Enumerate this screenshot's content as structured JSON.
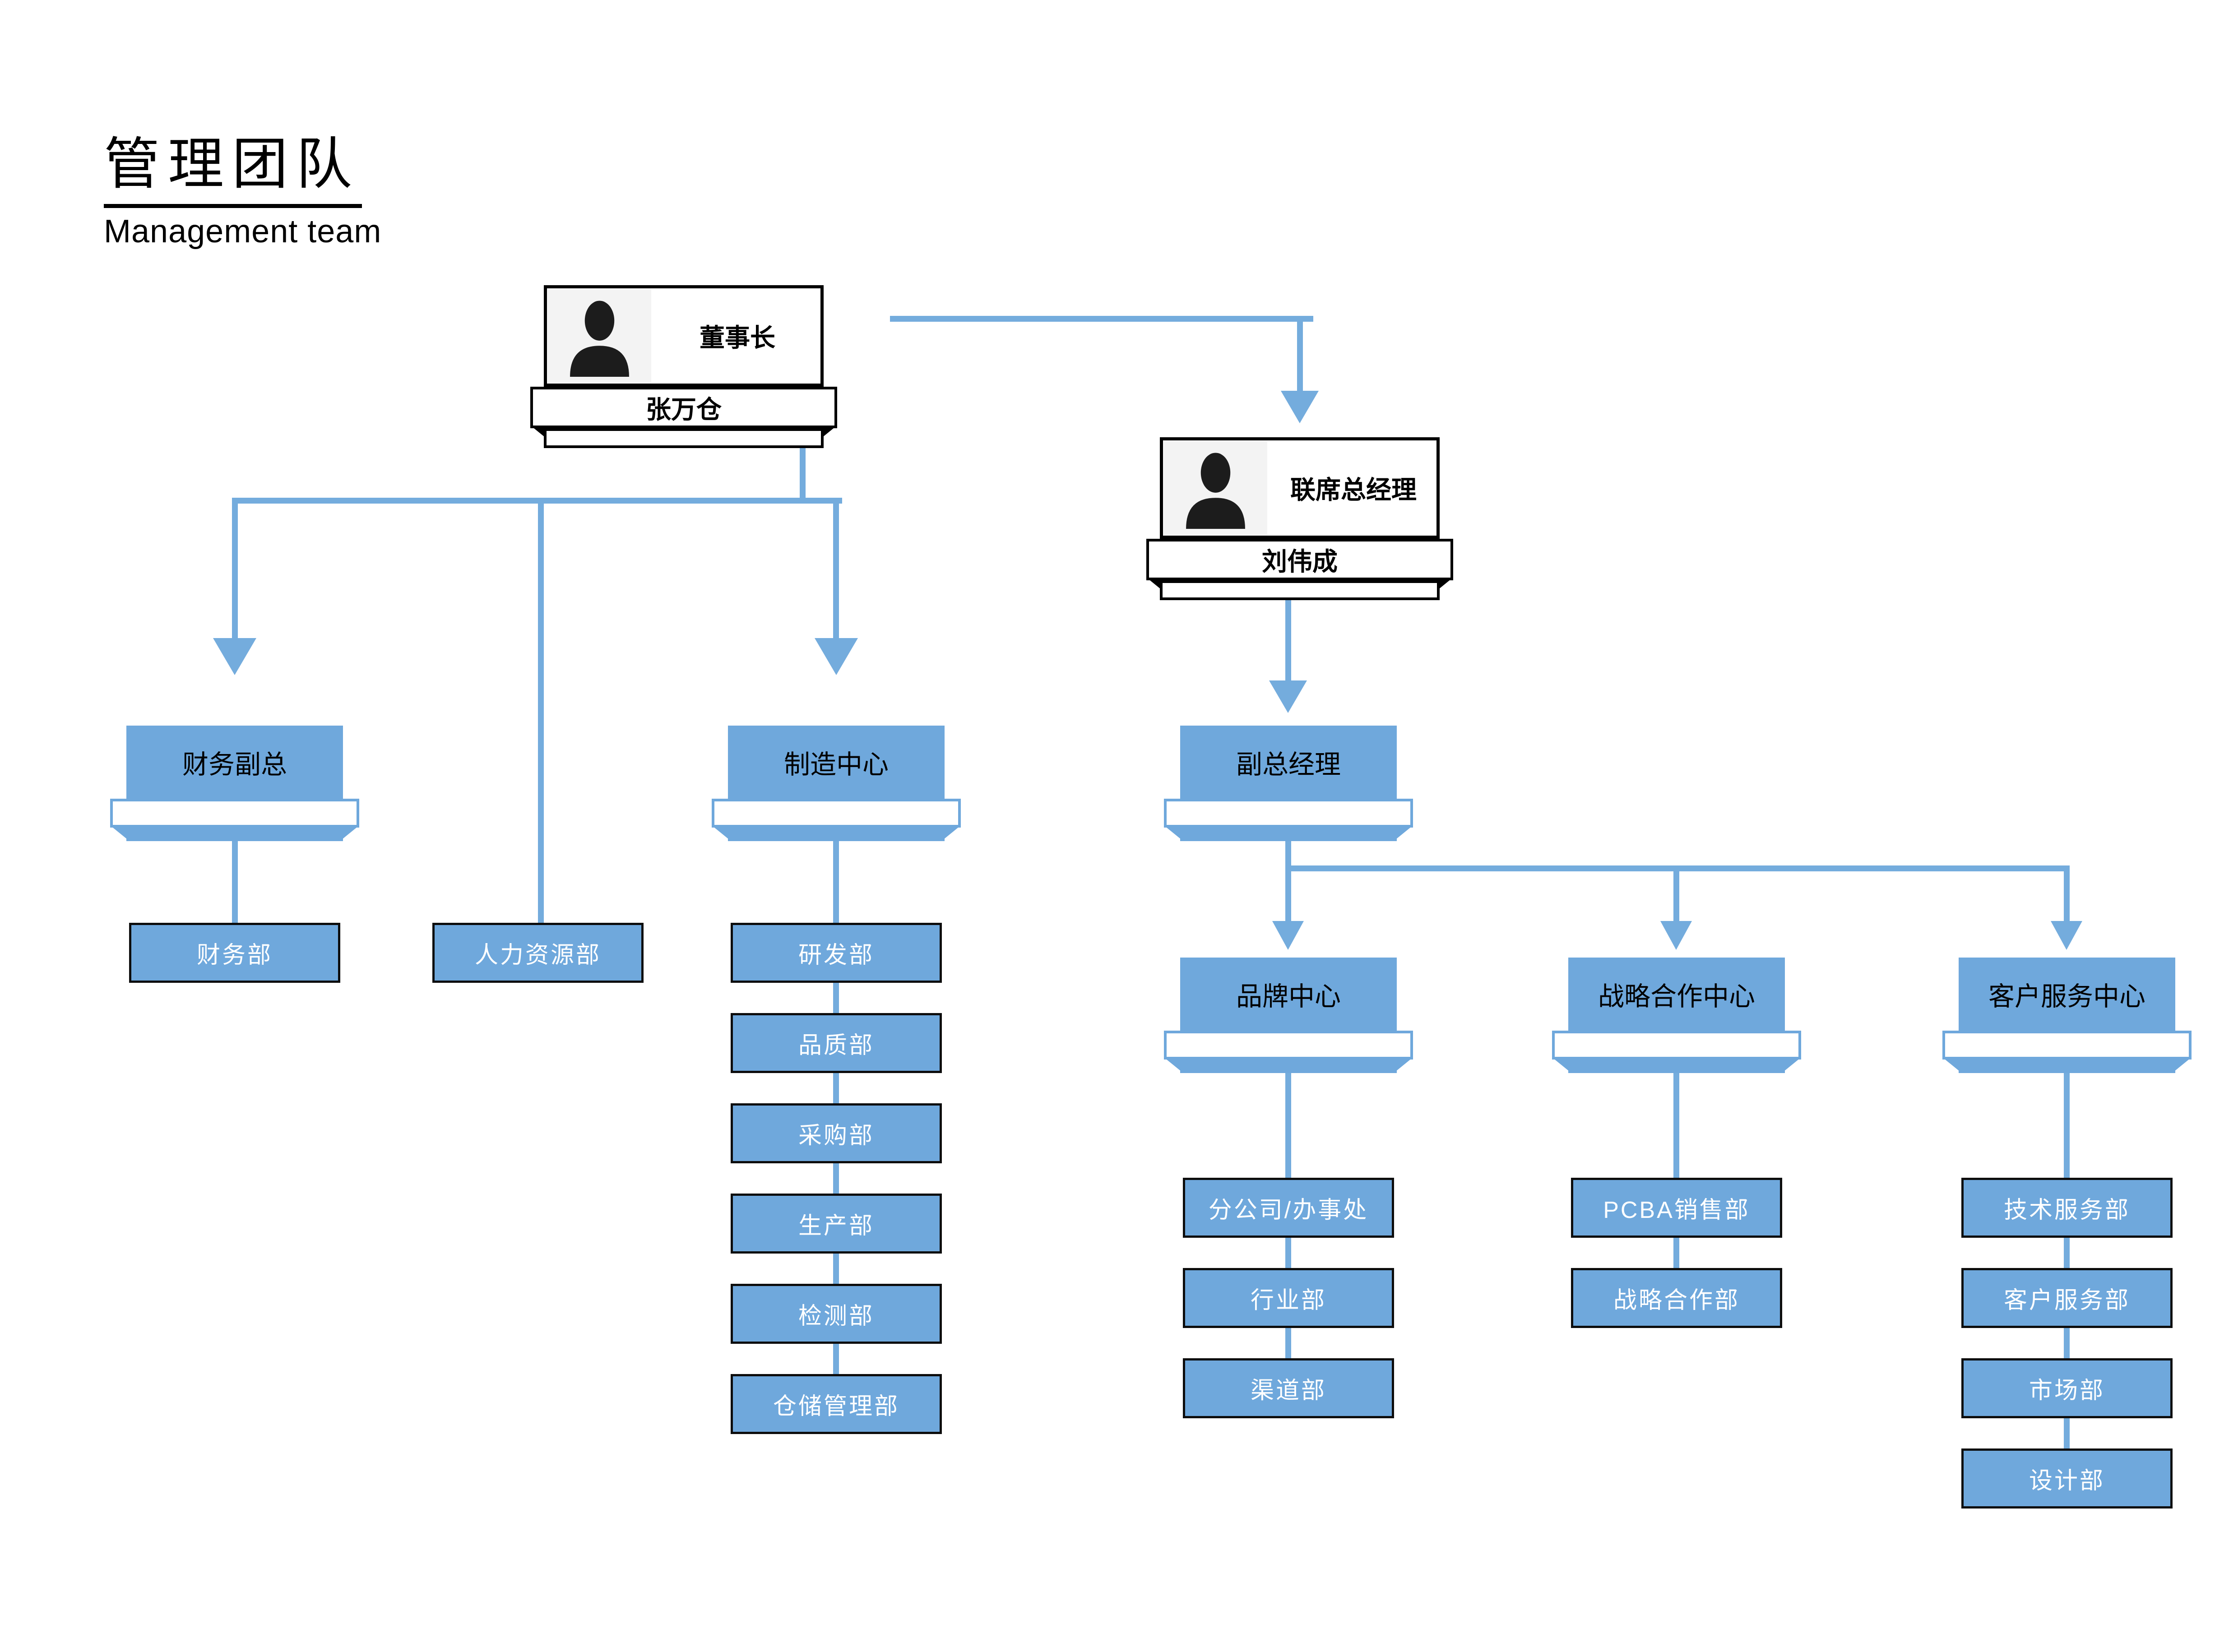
{
  "title": {
    "zh": "管理团队",
    "en": "Management team"
  },
  "colors": {
    "box_blue": "#6fa8dc",
    "line_blue": "#74acdd",
    "dept_text": "#ffffff",
    "card_border": "#000000",
    "photo_background": "#f3f3f3"
  },
  "icons": {
    "chairman_photo": "person-icon",
    "co_general_manager_photo": "person-icon"
  },
  "executives": {
    "chairman": {
      "title": "董事长",
      "name": "张万仓"
    },
    "co_general_manager": {
      "title": "联席总经理",
      "name": "刘伟成"
    },
    "vice_general_manager": {
      "title": "副总经理"
    }
  },
  "level2": {
    "finance_vp": {
      "title": "财务副总",
      "departments": [
        "财务部"
      ]
    },
    "hr_department": {
      "title": "人力资源部"
    },
    "manufacturing_center": {
      "title": "制造中心",
      "departments": [
        "研发部",
        "品质部",
        "采购部",
        "生产部",
        "检测部",
        "仓储管理部"
      ]
    }
  },
  "level3": {
    "brand_center": {
      "title": "品牌中心",
      "departments": [
        "分公司/办事处",
        "行业部",
        "渠道部"
      ]
    },
    "strategic_cooperation_center": {
      "title": "战略合作中心",
      "departments": [
        "PCBA销售部",
        "战略合作部"
      ]
    },
    "customer_service_center": {
      "title": "客户服务中心",
      "departments": [
        "技术服务部",
        "客户服务部",
        "市场部",
        "设计部"
      ]
    }
  }
}
